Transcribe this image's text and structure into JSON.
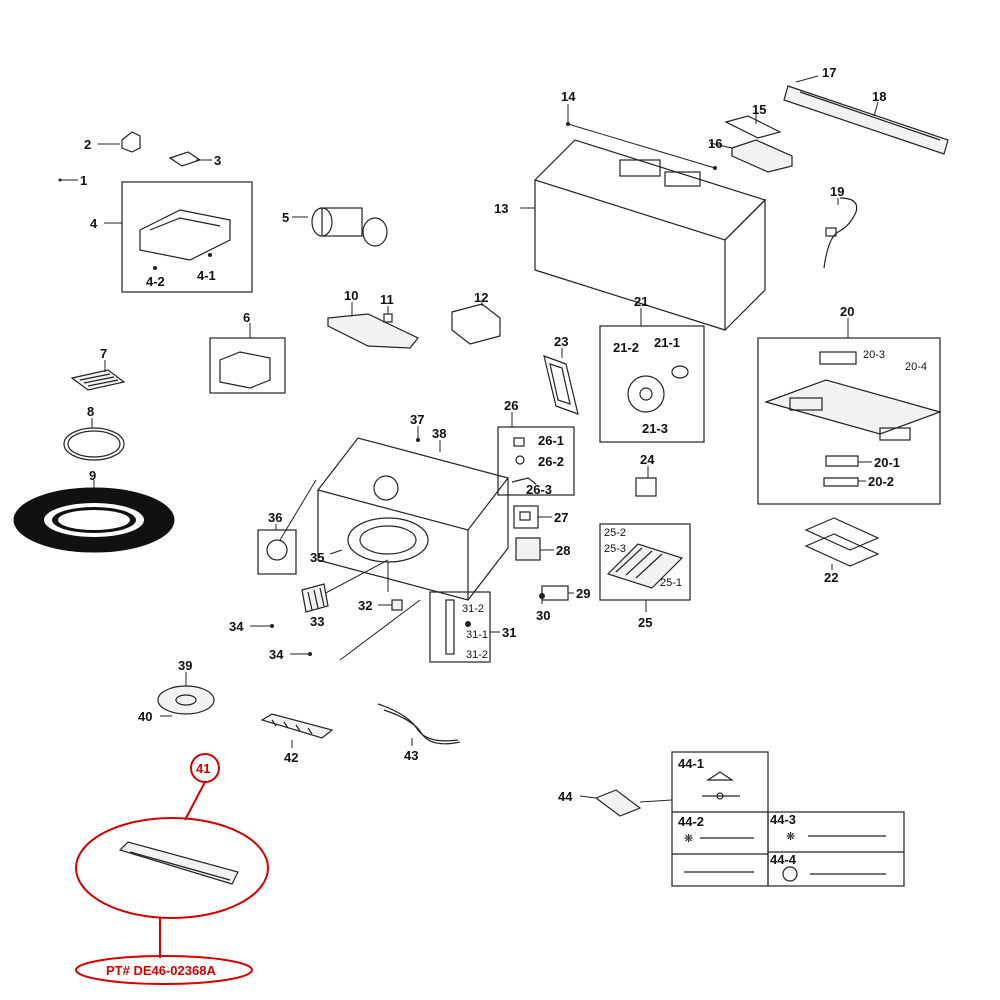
{
  "labels": {
    "p1": "1",
    "p2": "2",
    "p3": "3",
    "p4": "4",
    "p4_1": "4-1",
    "p4_2": "4-2",
    "p5": "5",
    "p6": "6",
    "p7": "7",
    "p8": "8",
    "p9": "9",
    "p10": "10",
    "p11": "11",
    "p12": "12",
    "p13": "13",
    "p14": "14",
    "p15": "15",
    "p16": "16",
    "p17": "17",
    "p18": "18",
    "p19": "19",
    "p20": "20",
    "p20_1": "20-1",
    "p20_2": "20-2",
    "p20_3": "20-3",
    "p20_4": "20-4",
    "p21": "21",
    "p21_1": "21-1",
    "p21_2": "21-2",
    "p21_3": "21-3",
    "p22": "22",
    "p23": "23",
    "p24": "24",
    "p25": "25",
    "p25_1": "25-1",
    "p25_2": "25-2",
    "p25_3": "25-3",
    "p26": "26",
    "p26_1": "26-1",
    "p26_2": "26-2",
    "p26_3": "26-3",
    "p27": "27",
    "p28": "28",
    "p29": "29",
    "p30": "30",
    "p31": "31",
    "p31_1": "31-1",
    "p31_2": "31-2",
    "p32": "32",
    "p33": "33",
    "p34a": "34",
    "p34b": "34",
    "p35": "35",
    "p36": "36",
    "p37": "37",
    "p38": "38",
    "p39": "39",
    "p40": "40",
    "p41": "41",
    "p42": "42",
    "p43": "43",
    "p44": "44",
    "p44_1": "44-1",
    "p44_2": "44-2",
    "p44_3": "44-3",
    "p44_4": "44-4"
  },
  "callout": {
    "part_number": "PT# DE46-02368A"
  },
  "colors": {
    "line": "#222222",
    "highlight": "#d40000"
  }
}
